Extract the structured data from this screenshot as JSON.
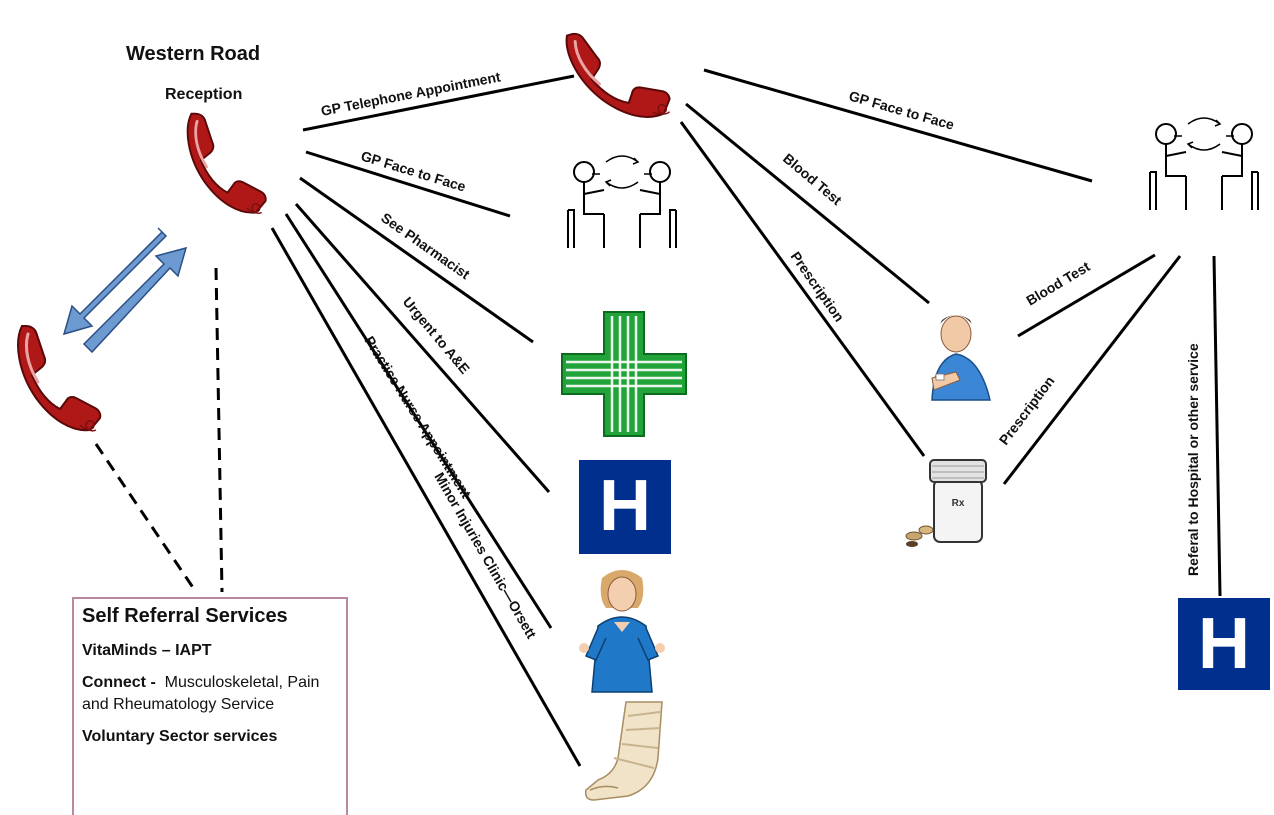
{
  "header": {
    "title": "Western Road",
    "subtitle": "Reception"
  },
  "routes": {
    "gp_telephone": "GP Telephone Appointment",
    "gp_face_to_face": "GP Face to Face",
    "see_pharmacist": "See Pharmacist",
    "urgent_ae": "Urgent to A&E",
    "practice_nurse": "Practice Nurse Appointment",
    "minor_injuries": "Minor Injuries Clinic—Orsett",
    "gp_face_to_face_2": "GP Face to Face",
    "blood_test_1": "Blood Test",
    "prescription_1": "Prescription",
    "blood_test_2": "Blood Test",
    "prescription_2": "Prescription",
    "referral": "Referal to Hospital or other service"
  },
  "icons": {
    "hospital_letter": "H",
    "prescription_mark": "Rx"
  },
  "self_referral": {
    "title": "Self Referral Services",
    "item1": "VitaMinds – IAPT",
    "item2_bold": "Connect -",
    "item2_text": "Musculoskeletal, Pain and Rheumatology Service",
    "item3": "Voluntary Sector services"
  },
  "colors": {
    "phone_red": "#b01818",
    "pharmacy_green": "#22a33a",
    "hospital_blue": "#002f8e",
    "arrow_blue": "#6d9ad1",
    "box_border": "#b9879f"
  }
}
